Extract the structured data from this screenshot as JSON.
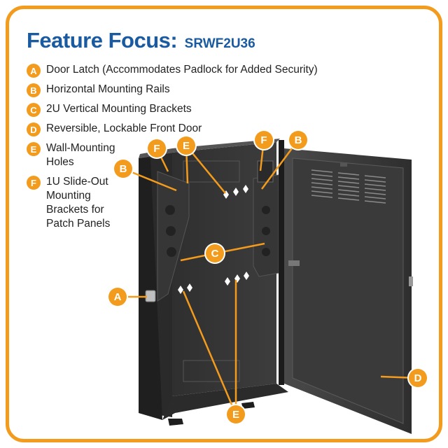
{
  "title": {
    "main": "Feature Focus:",
    "model": "SRWF2U36"
  },
  "features": [
    {
      "letter": "A",
      "text": "Door Latch (Accommodates Padlock for Added Security)"
    },
    {
      "letter": "B",
      "text": "Horizontal Mounting Rails"
    },
    {
      "letter": "C",
      "text": "2U Vertical Mounting Brackets"
    },
    {
      "letter": "D",
      "text": "Reversible, Lockable Front Door"
    },
    {
      "letter": "E",
      "text": "Wall-Mounting Holes"
    },
    {
      "letter": "F",
      "text": "1U Slide-Out Mounting Brackets for Patch Panels"
    }
  ],
  "callouts": [
    "F",
    "E",
    "B",
    "F",
    "B",
    "C",
    "A",
    "E",
    "D"
  ],
  "colors": {
    "accent": "#f39b1d",
    "title": "#1a5aa0",
    "cabinet": "#3a3a3a"
  }
}
